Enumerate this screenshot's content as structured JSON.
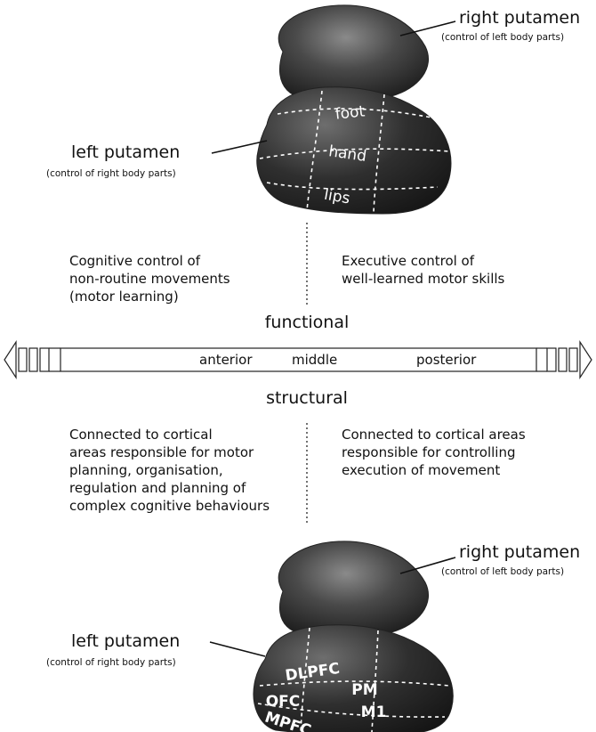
{
  "top_figure": {
    "right_putamen": {
      "title": "right putamen",
      "subtitle": "(control of left body parts)"
    },
    "left_putamen": {
      "title": "left putamen",
      "subtitle": "(control of right body parts)"
    },
    "regions": [
      "foot",
      "hand",
      "lips"
    ]
  },
  "functional": {
    "left_text": [
      "Cognitive control of",
      "non-routine movements",
      "(motor learning)"
    ],
    "right_text": [
      "Executive control of",
      "well-learned motor skills"
    ],
    "heading": "functional"
  },
  "axis": {
    "labels": [
      "anterior",
      "middle",
      "posterior"
    ]
  },
  "structural": {
    "heading": "structural",
    "left_text": [
      "Connected to cortical",
      "areas responsible for motor",
      "planning, organisation,",
      "regulation and planning of",
      "complex cognitive behaviours"
    ],
    "right_text": [
      "Connected to cortical areas",
      "responsible for controlling",
      "execution of movement"
    ]
  },
  "bottom_figure": {
    "right_putamen": {
      "title": "right putamen",
      "subtitle": "(control of left body parts)"
    },
    "left_putamen": {
      "title": "left putamen",
      "subtitle": "(control of right body parts)"
    },
    "regions": [
      "DLPFC",
      "PM",
      "OFC",
      "M1",
      "MPFC"
    ]
  },
  "colors": {
    "putamen_fill": "#3a3a3a",
    "putamen_dark": "#1e1e1e",
    "putamen_light": "#6a6a6a",
    "line": "#111111"
  }
}
